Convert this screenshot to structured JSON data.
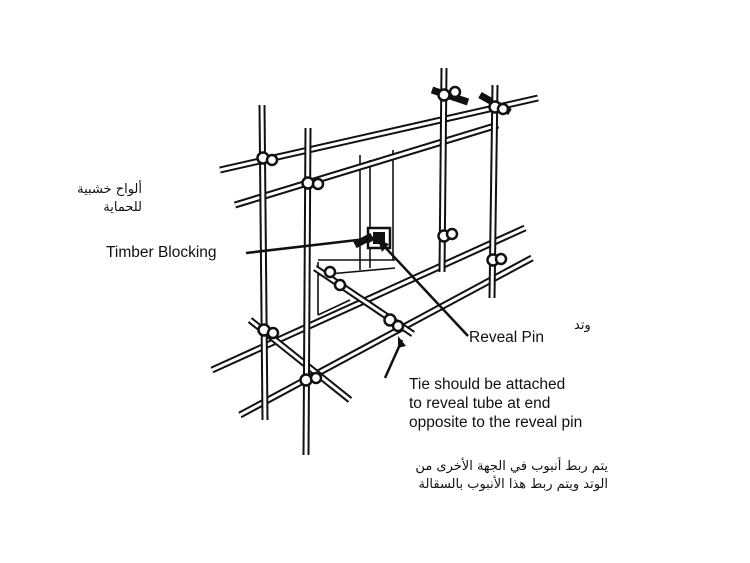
{
  "labels": {
    "timber_blocking": "Timber Blocking",
    "reveal_pin": "Reveal Pin",
    "tie_note": [
      "Tie should be attached",
      "to reveal tube at end",
      "opposite to the reveal pin"
    ]
  },
  "arabic": {
    "timber_note": [
      "ألواح خشبية",
      "للحماية"
    ],
    "pin_note": "وتد",
    "tie_note": [
      "يتم ربط أنبوب في الجهة الأخرى من",
      "الوتد ويتم ربط هذا الأنبوب بالسقالة"
    ]
  },
  "colors": {
    "ink": "#111111",
    "background": "#ffffff"
  }
}
